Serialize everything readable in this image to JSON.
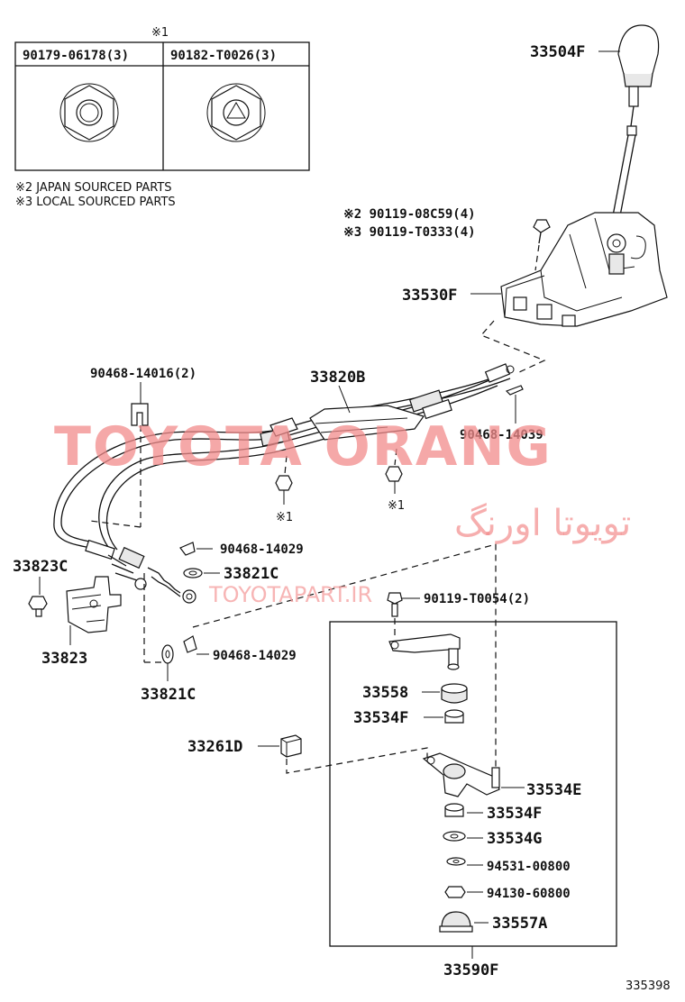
{
  "legend_box": {
    "mark": "※1",
    "col1": "90179-06178(3)",
    "col2": "90182-T0026(3)"
  },
  "notes": [
    "※2 JAPAN SOURCED PARTS",
    "※3 LOCAL SOURCED PARTS"
  ],
  "labels": {
    "p33504F": "33504F",
    "p90119_08C59": "※2 90119-08C59(4)",
    "p90119_T0333": "※3 90119-T0333(4)",
    "p33530F": "33530F",
    "p90468_14016": "90468-14016(2)",
    "p33820B": "33820B",
    "p90468_14039": "90468-14039",
    "mark1a": "※1",
    "mark1b": "※1",
    "p90468_14029a": "90468-14029",
    "p33823C": "33823C",
    "p33821Ca": "33821C",
    "p90119_T0054": "90119-T0054(2)",
    "p33823": "33823",
    "p90468_14029b": "90468-14029",
    "p33821Cb": "33821C",
    "p33558": "33558",
    "p33534Fa": "33534F",
    "p33261D": "33261D",
    "p33534E": "33534E",
    "p33534Fb": "33534F",
    "p33534G": "33534G",
    "p94531": "94531-00800",
    "p94130": "94130-60800",
    "p33557A": "33557A",
    "p33590F": "33590F",
    "figure_no": "335398"
  },
  "watermark": {
    "brand": "TOYOTA ORANG",
    "farsi": "تویوتا اورنگ",
    "url": "TOYOTAPART.IR"
  }
}
